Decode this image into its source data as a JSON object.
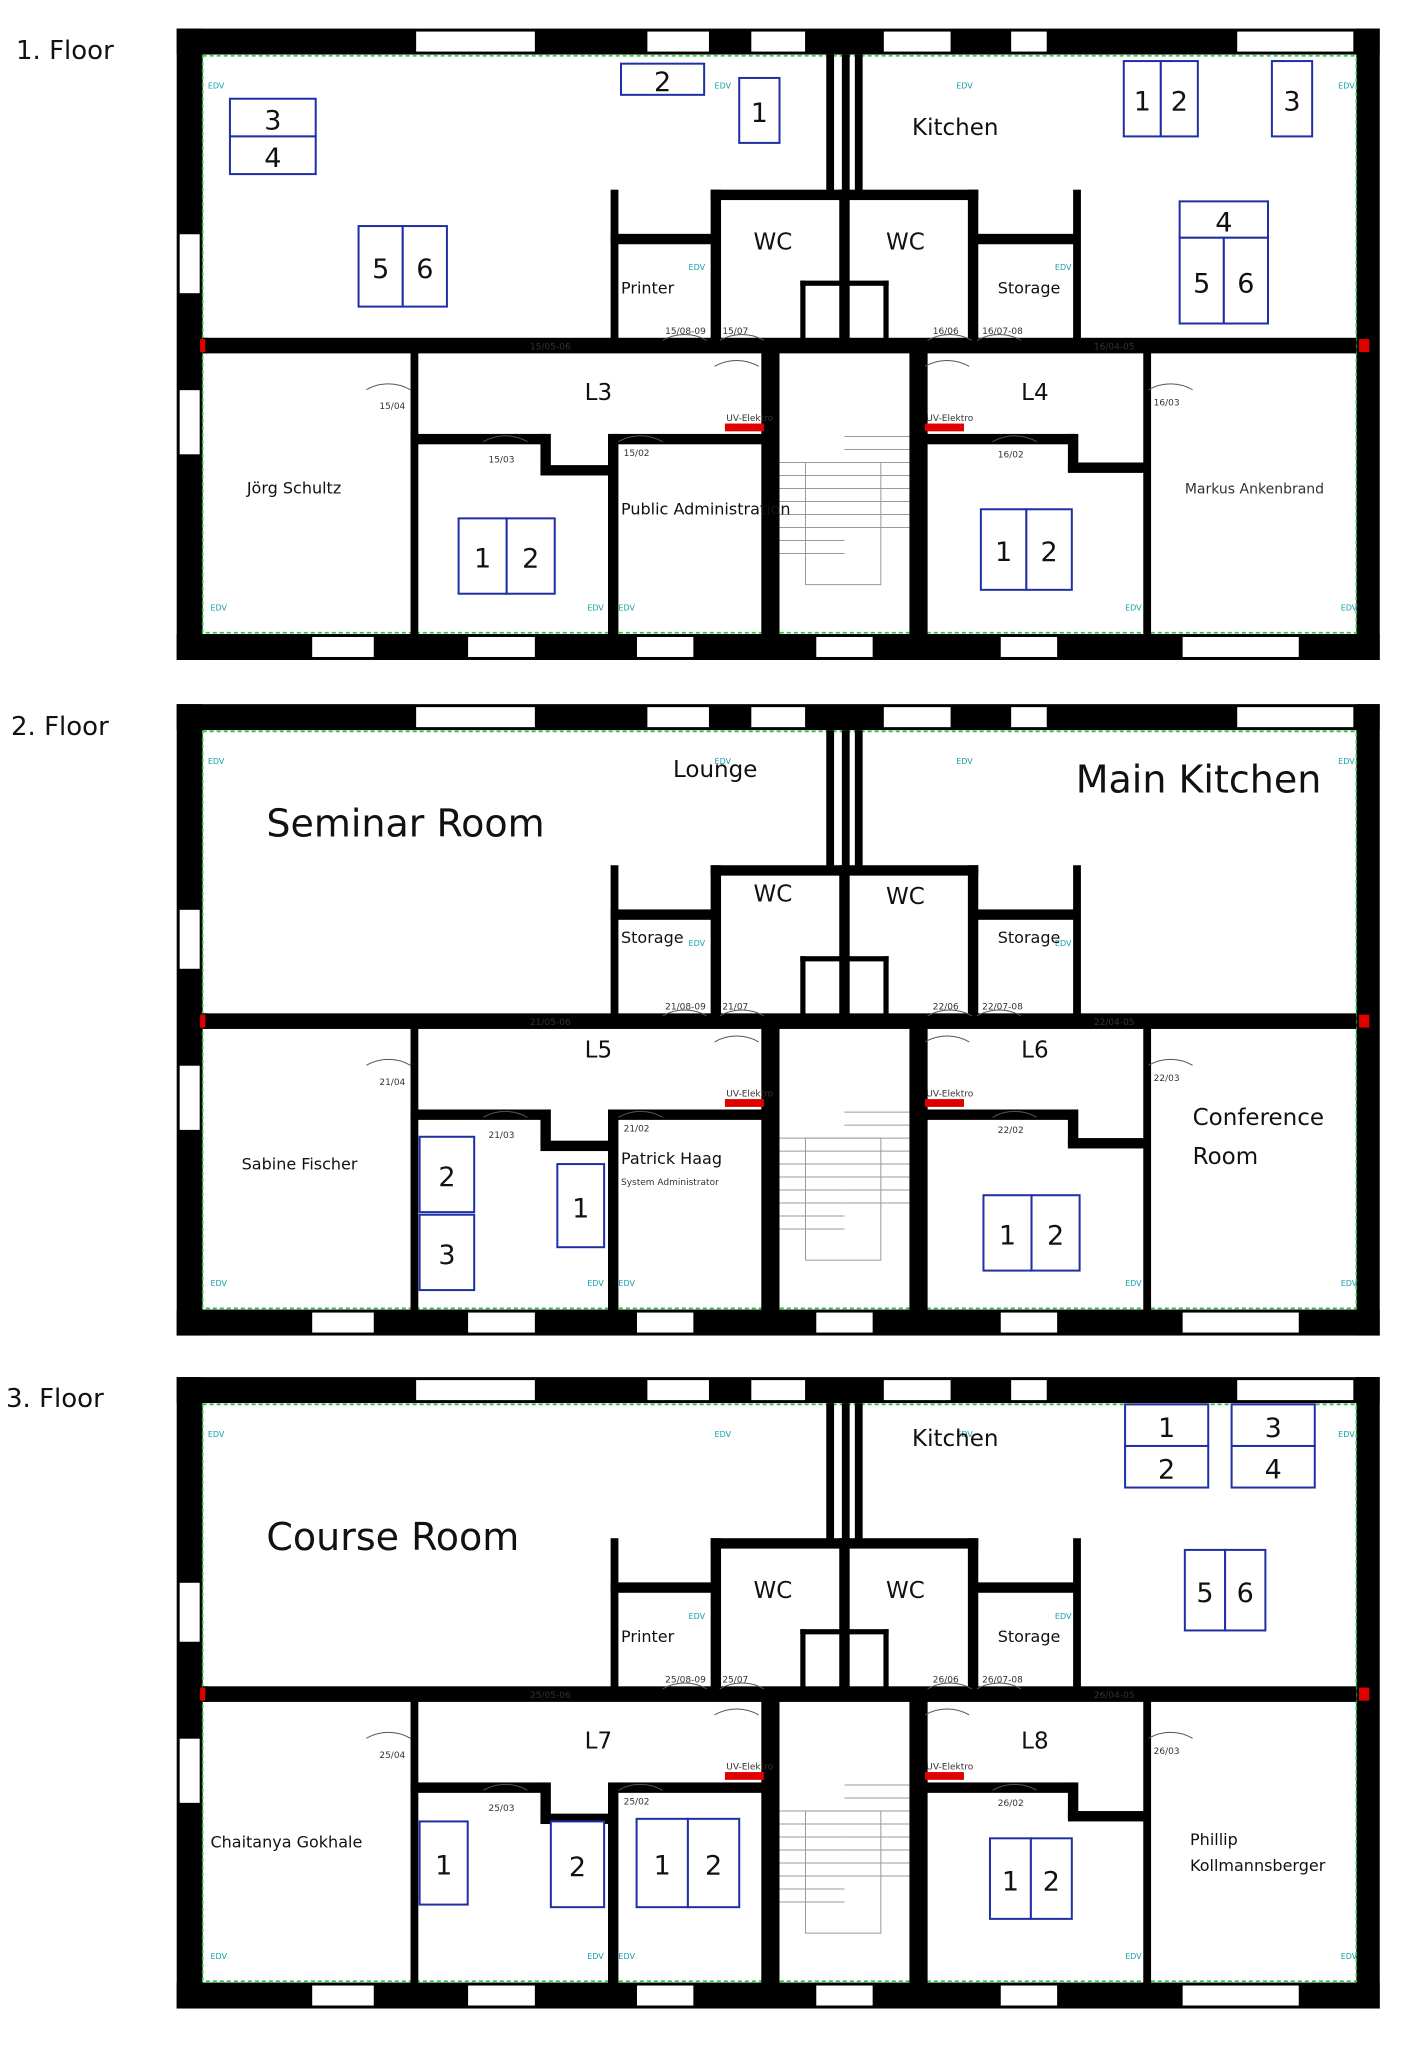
{
  "floors": [
    {
      "label": "1. Floor",
      "rooms": {
        "top_left": "",
        "top_left_small": "",
        "top_right": "Kitchen",
        "wc_left": "WC",
        "wc_right": "WC",
        "closet_left": "Printer",
        "closet_right": "Storage",
        "lab_left": "L3",
        "lab_right": "L4",
        "office_far_left": "Jörg Schultz",
        "office_mid_left": "",
        "office_mid_right": "Public Administration",
        "office_mid_right_2": "",
        "office_far_right": "Markus Ankenbrand",
        "office_far_right_2": ""
      },
      "codes": [
        "15/08-09",
        "15/07",
        "16/06",
        "16/07-08",
        "15/05-06",
        "16/04-05",
        "15/04",
        "15/03",
        "15/02",
        "16/02",
        "16/03"
      ],
      "desks": {
        "tl_a": [
          "3",
          "4"
        ],
        "tl_b": [
          "2"
        ],
        "tl_c": [
          "1"
        ],
        "tl_d": [
          "5",
          "6"
        ],
        "tr_a": [
          "1",
          "2"
        ],
        "tr_b": [
          "3"
        ],
        "tr_c": [
          "4"
        ],
        "tr_d": [
          "5",
          "6"
        ],
        "ml": [
          "1",
          "2"
        ],
        "mr": [
          "1",
          "2"
        ]
      }
    },
    {
      "label": "2. Floor",
      "rooms": {
        "top_left": "Seminar Room",
        "top_left_small": "Lounge",
        "top_right": "Main Kitchen",
        "wc_left": "WC",
        "wc_right": "WC",
        "closet_left": "Storage",
        "closet_right": "Storage",
        "lab_left": "L5",
        "lab_right": "L6",
        "office_far_left": "Sabine Fischer",
        "office_mid_left": "",
        "office_mid_right": "Patrick Haag",
        "office_mid_right_2": "System Administrator",
        "office_far_right": "Conference",
        "office_far_right_2": "Room"
      },
      "codes": [
        "21/08-09",
        "21/07",
        "22/06",
        "22/07-08",
        "21/05-06",
        "22/04-05",
        "21/04",
        "21/03",
        "21/02",
        "22/02",
        "22/03"
      ],
      "desks": {
        "ml_a": [
          "2"
        ],
        "ml_b": [
          "3"
        ],
        "ml_c": [
          "1"
        ],
        "mr": [
          "1",
          "2"
        ]
      }
    },
    {
      "label": "3. Floor",
      "rooms": {
        "top_left": "Course Room",
        "top_left_small": "",
        "top_right": "Kitchen",
        "wc_left": "WC",
        "wc_right": "WC",
        "closet_left": "Printer",
        "closet_right": "Storage",
        "lab_left": "L7",
        "lab_right": "L8",
        "office_far_left": "Chaitanya Gokhale",
        "office_mid_left": "",
        "office_mid_right": "",
        "office_mid_right_2": "",
        "office_far_right": "Phillip",
        "office_far_right_2": "Kollmannsberger"
      },
      "codes": [
        "25/08-09",
        "25/07",
        "26/06",
        "26/07-08",
        "25/05-06",
        "26/04-05",
        "25/04",
        "25/03",
        "25/02",
        "26/02",
        "26/03"
      ],
      "desks": {
        "tr_a": [
          "1",
          "2"
        ],
        "tr_b": [
          "3",
          "4"
        ],
        "tr_c": [
          "5",
          "6"
        ],
        "ml_a": [
          "1"
        ],
        "ml_b": [
          "2"
        ],
        "mm": [
          "1",
          "2"
        ],
        "mr": [
          "1",
          "2"
        ]
      }
    }
  ],
  "edv_label": "EDV",
  "uv_label": "UV-Elektro",
  "colors": {
    "wall": "#000000",
    "desk_stroke": "#1f2fa6",
    "network_line": "#22c93a",
    "edv_text": "#16a1a8",
    "electric_panel": "#e00000"
  }
}
